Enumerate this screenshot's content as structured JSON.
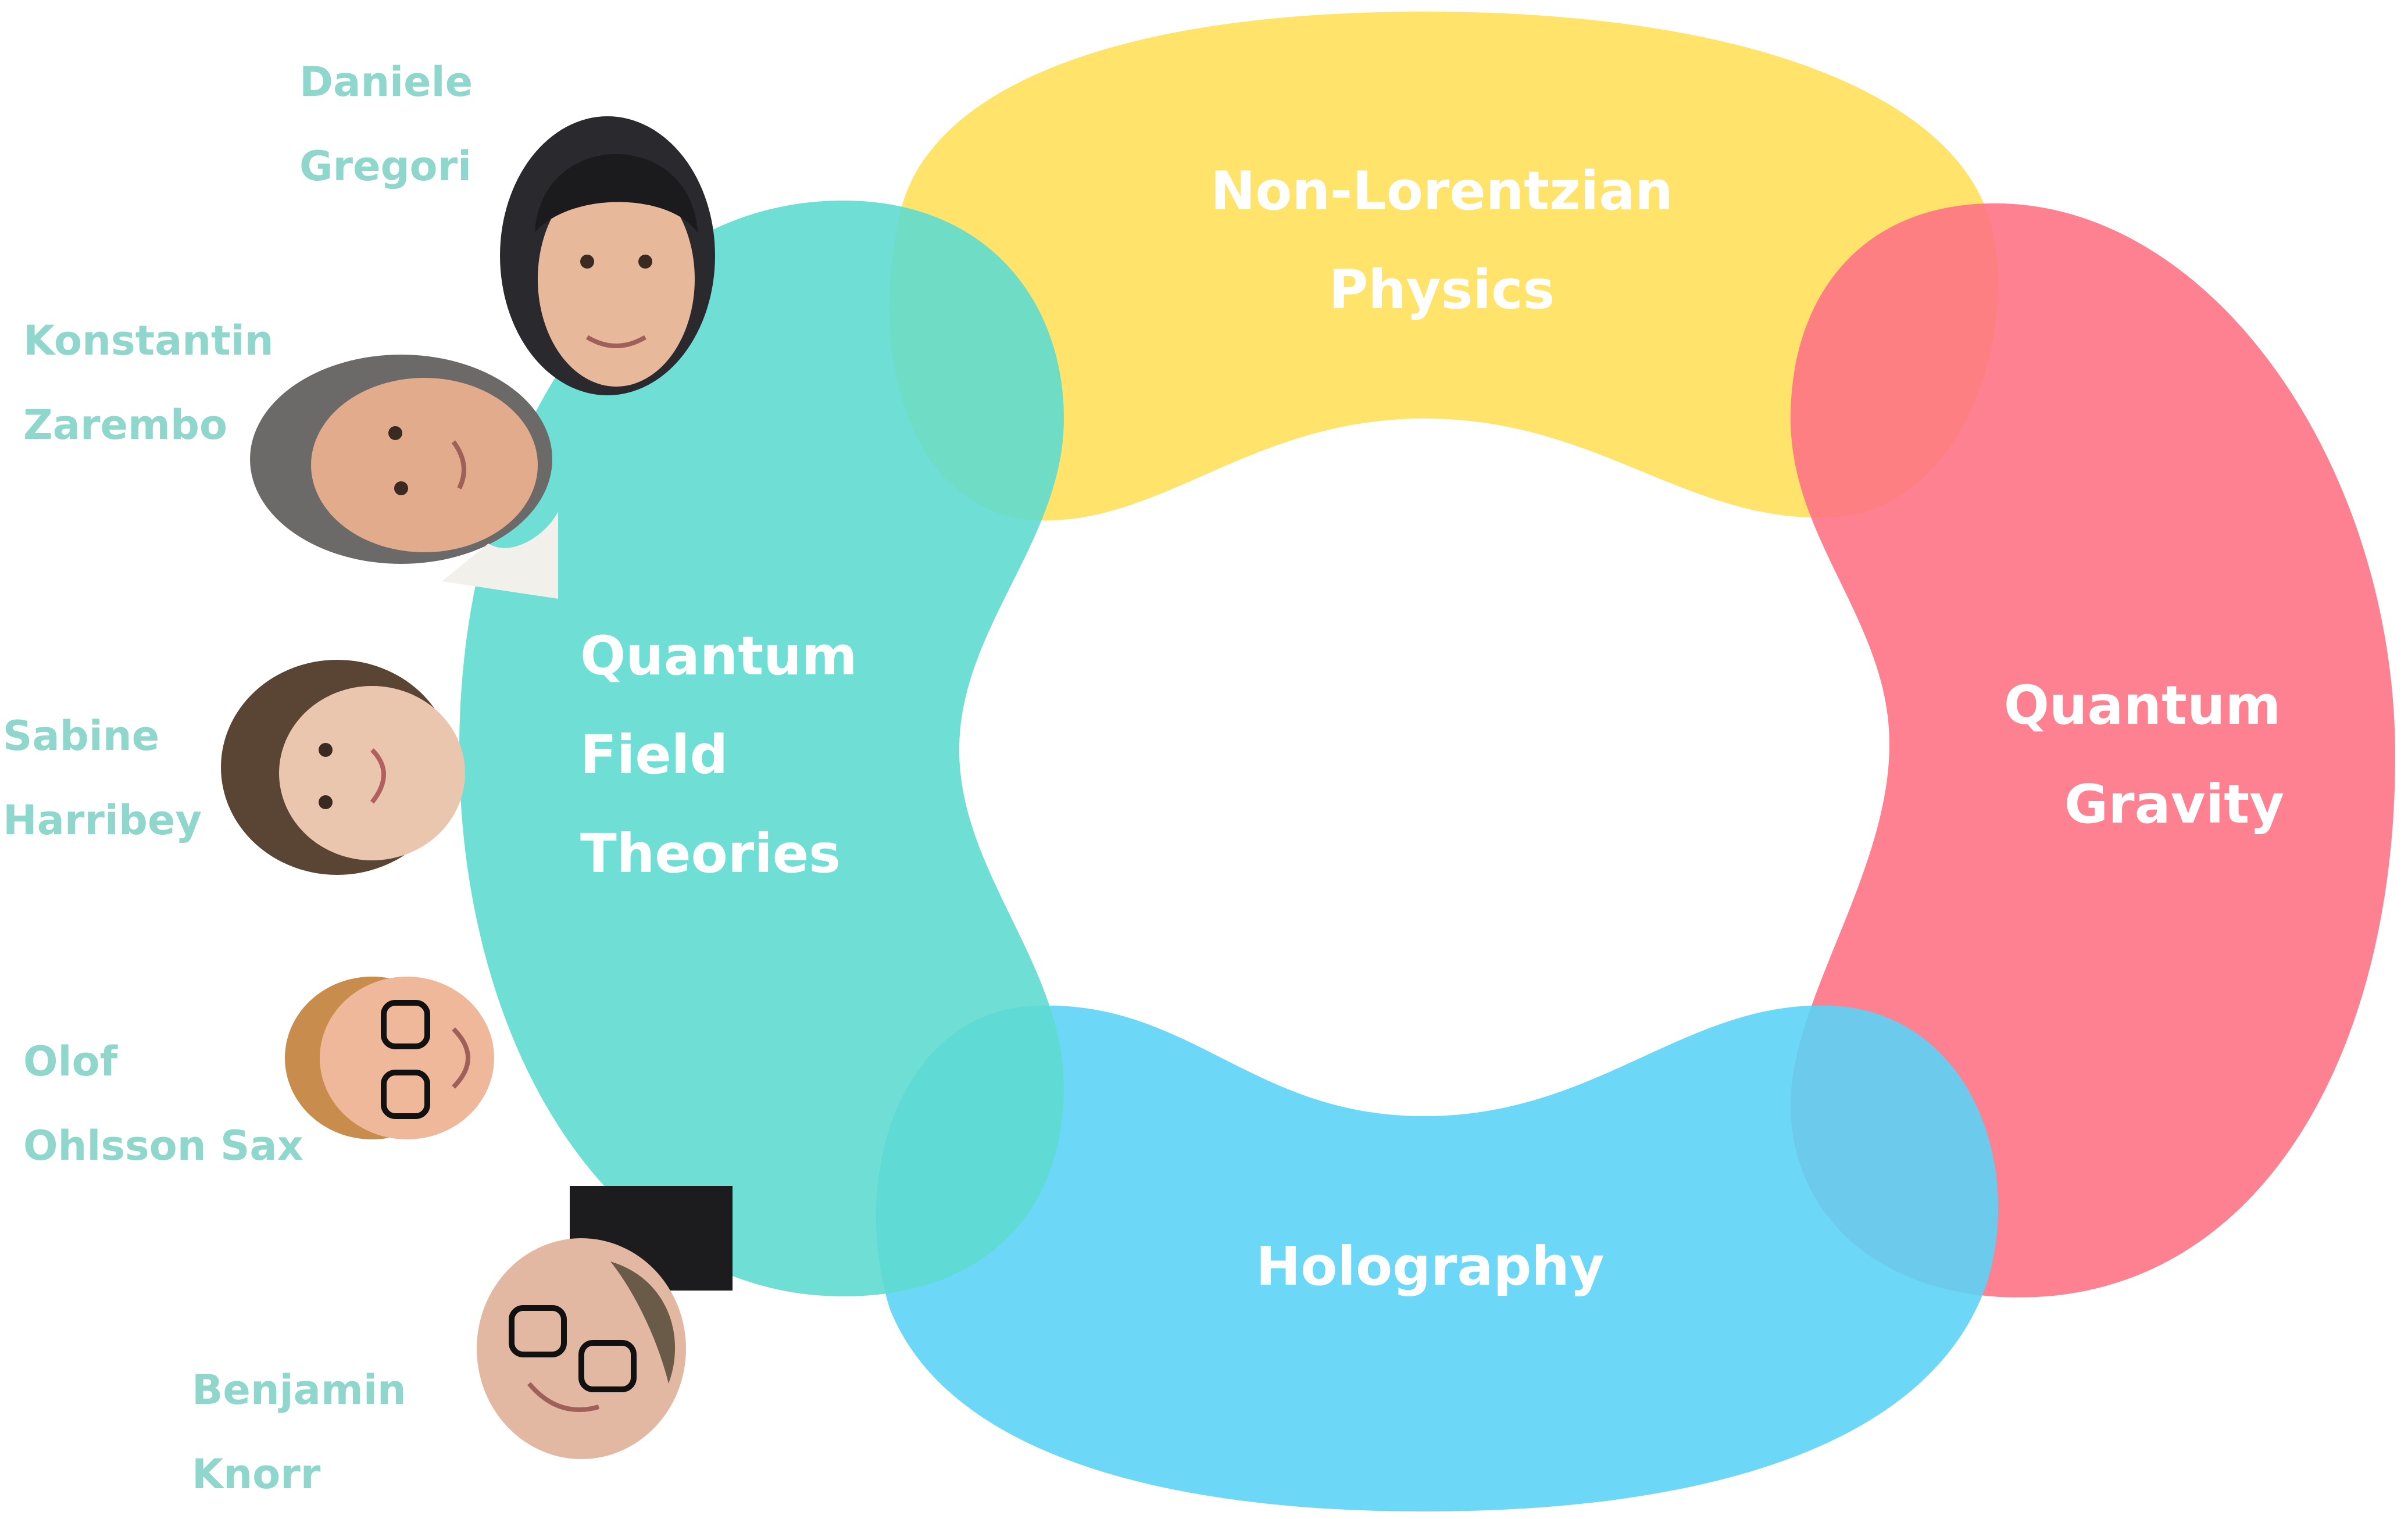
{
  "colors": {
    "teal": "#5fdacf",
    "yellow": "#ffe05a",
    "red": "#fd7384",
    "blue": "#5cd3f6",
    "name_text": "#8fd6cc",
    "label_text": "#ffffff"
  },
  "lobes": {
    "qft": {
      "line1": "Quantum",
      "line2": "Field",
      "line3": "Theories"
    },
    "nonlorentzian": {
      "line1": "Non-Lorentzian",
      "line2": "Physics"
    },
    "gravity": {
      "line1": "Quantum",
      "line2": "Gravity"
    },
    "holography": {
      "line1": "Holography"
    }
  },
  "people": [
    {
      "first": "Daniele",
      "last": "Gregori",
      "photo": "portrait-photo"
    },
    {
      "first": "Konstantin",
      "last": "Zarembo",
      "photo": "portrait-photo"
    },
    {
      "first": "Sabine",
      "last": "Harribey",
      "photo": "portrait-photo"
    },
    {
      "first": "Olof",
      "last": "Ohlsson Sax",
      "photo": "portrait-photo"
    },
    {
      "first": "Benjamin",
      "last": "Knorr",
      "photo": "portrait-photo"
    }
  ]
}
